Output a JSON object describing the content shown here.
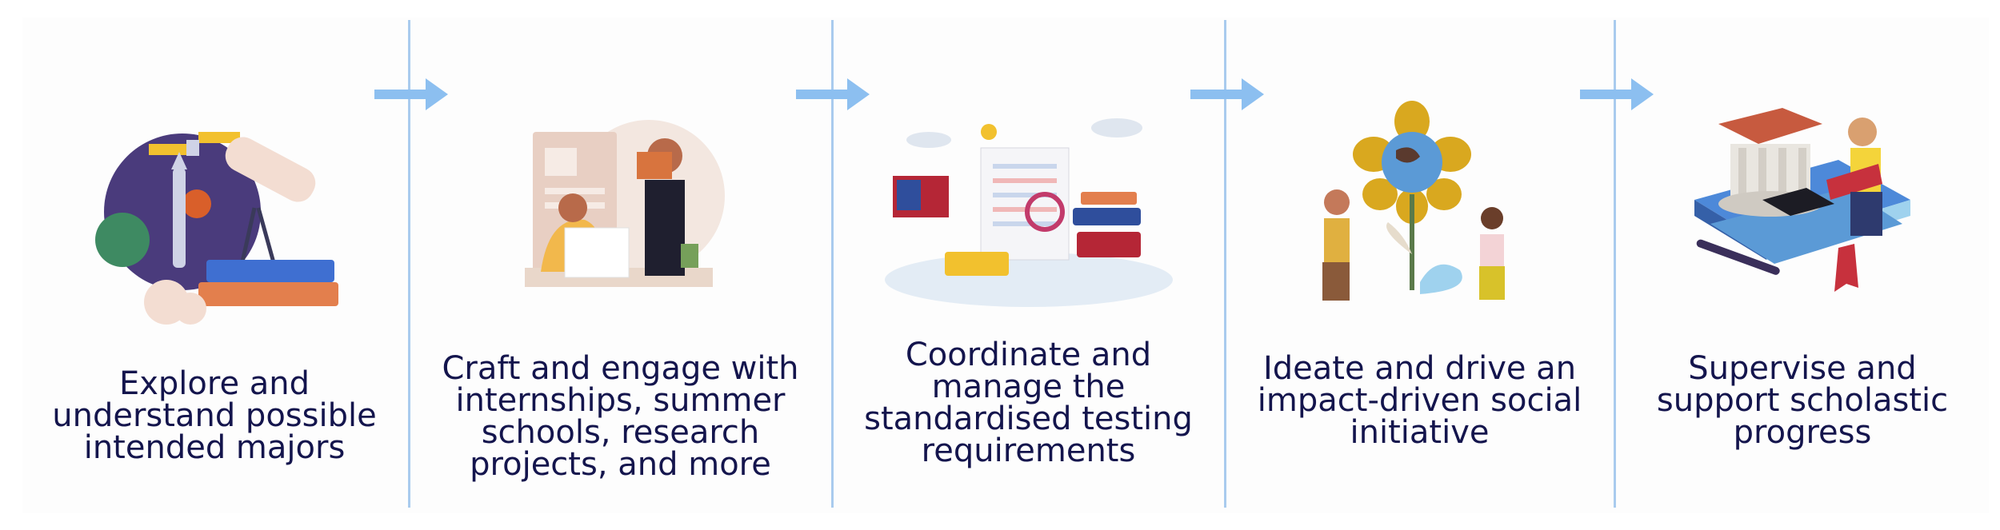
{
  "colors": {
    "text": "#14154d",
    "divider": "#a9cbee",
    "arrow": "#8cbff0"
  },
  "steps": [
    {
      "caption": "Explore and understand possible intended majors",
      "icon": "space-telescope-books-icon"
    },
    {
      "caption": "Craft and engage with internships, summer schools, research projects, and more",
      "icon": "internship-workers-icon"
    },
    {
      "caption": "Coordinate and manage the standardised testing requirements",
      "icon": "testing-papers-books-icon"
    },
    {
      "caption": "Ideate and drive an impact-driven social initiative",
      "icon": "globe-flower-gardeners-icon"
    },
    {
      "caption": "Supervise and support scholastic progress",
      "icon": "university-graduate-books-icon"
    }
  ]
}
